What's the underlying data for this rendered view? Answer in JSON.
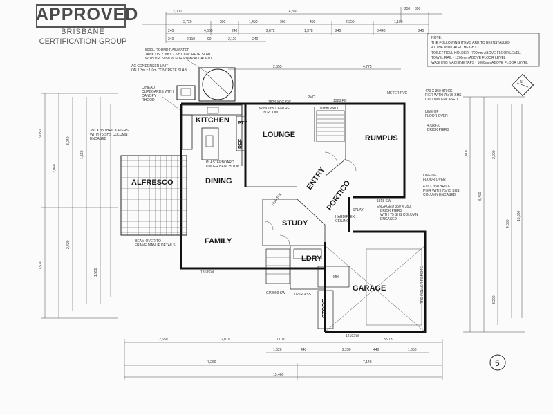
{
  "stamp": {
    "approved": "APPROVED",
    "org_line1": "BRISBANE",
    "org_line2": "CERTIFICATION GROUP"
  },
  "rooms": {
    "kitchen": "KITCHEN",
    "lounge": "LOUNGE",
    "rumpus": "RUMPUS",
    "dining": "DINING",
    "alfresco": "ALFRESCO",
    "entry": "ENTRY",
    "portico": "PORTICO",
    "study": "STUDY",
    "family": "FAMILY",
    "laundry": "LDRY",
    "garage": "GARAGE",
    "store": "STORE",
    "pty": "PTY",
    "ref": "REF"
  },
  "notes": {
    "top_right": [
      "NOTE:",
      "THE FOLLOWING ITEMS ARE TO BE INSTALLED",
      "AT THE INDICATED HEIGHT -",
      "TOILET ROLL HOLDER - 700mm ABOVE FLOOR LEVEL",
      "TOWEL RAIL - 1200mm ABOVE FLOOR LEVEL",
      "WASHING MACHINE TAPS - 1000mm ABOVE FLOOR LEVEL"
    ],
    "rainwater": [
      "5000L ROUND RAINWATER",
      "TANK ON 2.3m x 2.5m CONCRETE SLAB",
      "WITH PROVISION FOR PUMP ADJACENT"
    ],
    "ac": [
      "AC CONDENSER UNIT",
      "ON 1.3m x 1.0m CONCRETE SLAB"
    ],
    "overhead": [
      "O/HEAD",
      "CUPBOARDS WITH",
      "CANOPY",
      "RHOOD"
    ],
    "piers": [
      "350 X 350 BRICK PIERS",
      "WITH 75 SHS COLUMN",
      "ENCASED"
    ],
    "plasterboard": [
      "PLASTERBOARD",
      "UNDER BENCH TOP"
    ],
    "window": [
      "1824 XOX SW",
      "WINDOW CENTRE",
      "IN ROOM"
    ],
    "wall": "70mm WALL",
    "pvc": "PVC",
    "fg": "1328 FG",
    "meter": "METER PVC",
    "brick_pier_r1": [
      "470 X 350 BRICK",
      "PIER WITH 75x75 SHS",
      "COLUMN ENCASED"
    ],
    "line_floor_r1": [
      "LINE OF",
      "FLOOR OVER"
    ],
    "brick_piers_r2": [
      "470x470",
      "BRICK PIERS"
    ],
    "line_floor_r2": [
      "LINE OF",
      "FLOOR OVER"
    ],
    "brick_pier_r3": [
      "470 X 350 BRICK",
      "PIER WITH 75x75 SHS",
      "COLUMN ENCASED"
    ],
    "rumpus_sw": "1818 SW",
    "hardiflex": [
      "HARDIFLEX",
      "CEILING"
    ],
    "splay": "SPLAY",
    "engaged": [
      "ENGAGED 350 X 350",
      "BRICK PIERS",
      "WITH 75 SHS COLUMN",
      "ENCASED"
    ],
    "beam": [
      "BEAM OVER TO",
      "FRAME MANUF DETAILS"
    ],
    "family_sw": "1818SW",
    "garage_sw": "1218SW",
    "glass": "1/2 GLASS",
    "roller": "RRD ROLLER REMOTE",
    "mh": "MH",
    "gp_sw": "GP2909 SW",
    "family_sw2": "1818 SW"
  },
  "dimensions": {
    "top_row1": [
      "2,000",
      "14,860",
      "250",
      "390"
    ],
    "top_row2": [
      "3,720",
      "390",
      "1,450",
      "900",
      "450",
      "2,350",
      "1,100"
    ],
    "top_row3": [
      "240",
      "4,600",
      "240",
      "2,872",
      "1,378",
      "240",
      "3,440",
      "240"
    ],
    "top_row4": [
      "240",
      "2,110",
      "90",
      "2,110",
      "240"
    ],
    "mid": [
      "2,355",
      "4,775"
    ],
    "bottom_row1": [
      "2,650",
      "2,010",
      "1,010",
      "3,973"
    ],
    "bottom_row2": [
      "1,620",
      "440",
      "2,230",
      "440",
      "1,650"
    ],
    "bottom_row3": [
      "7,260",
      "7,140"
    ],
    "bottom_row4": [
      "15,460"
    ],
    "left_col": [
      "6,050",
      "2,040",
      "3,040",
      "1,560",
      "7,530",
      "2,420",
      "1,550"
    ],
    "right_col": [
      "1,410",
      "6,400",
      "15,300",
      "2,000",
      "4,080",
      "3,200"
    ]
  },
  "sheet_number": "5"
}
